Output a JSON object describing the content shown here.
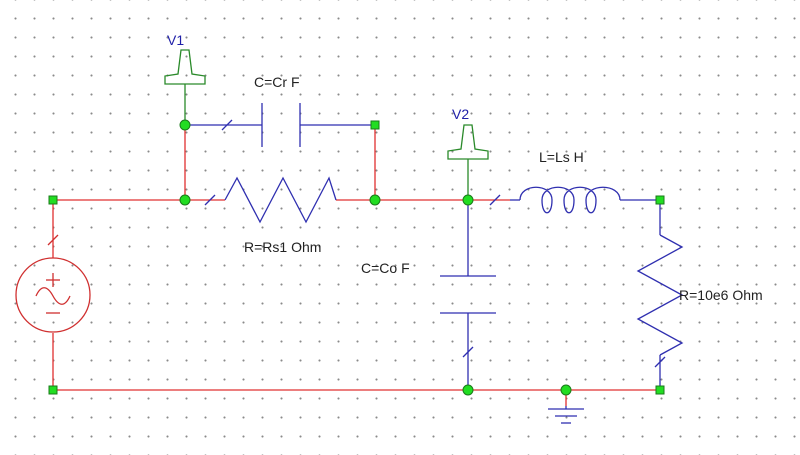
{
  "colors": {
    "wire": "#e03030",
    "component": "#2f2fb0",
    "probe": "#2a8a2a",
    "node_fill": "#22dd22",
    "terminal_fill": "#22dd22",
    "source": "#d03030",
    "ground": "#2f2fb0"
  },
  "probes": {
    "v1": {
      "label": "V1"
    },
    "v2": {
      "label": "V2"
    }
  },
  "components": {
    "cr": {
      "label": "C=Cr F"
    },
    "rs1": {
      "label": "R=Rs1 Ohm"
    },
    "co": {
      "label": "C=Co F"
    },
    "ls": {
      "label": "L=Ls H"
    },
    "rload": {
      "label": "R=10e6 Ohm"
    }
  },
  "source": {
    "icon": "ac-source-icon"
  },
  "ground": {
    "icon": "ground-icon"
  }
}
